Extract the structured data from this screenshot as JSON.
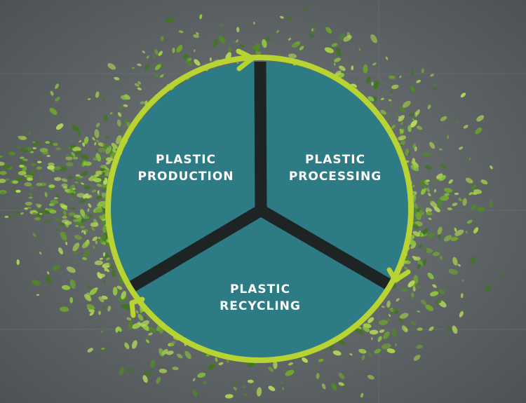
{
  "diagram": {
    "type": "circular-cycle",
    "segments": [
      {
        "id": "production",
        "line1": "PLASTIC",
        "line2": "PRODUCTION"
      },
      {
        "id": "processing",
        "line1": "PLASTIC",
        "line2": "PROCESSING"
      },
      {
        "id": "recycling",
        "line1": "PLASTIC",
        "line2": "RECYCLING"
      }
    ],
    "flow_direction": "clockwise",
    "colors": {
      "segment_fill": "#2d7b85",
      "ring": "#b8d432",
      "divider": "#1e2324",
      "label": "#ffffff",
      "background": "#5f6466",
      "foliage": "#7fb52e"
    }
  }
}
